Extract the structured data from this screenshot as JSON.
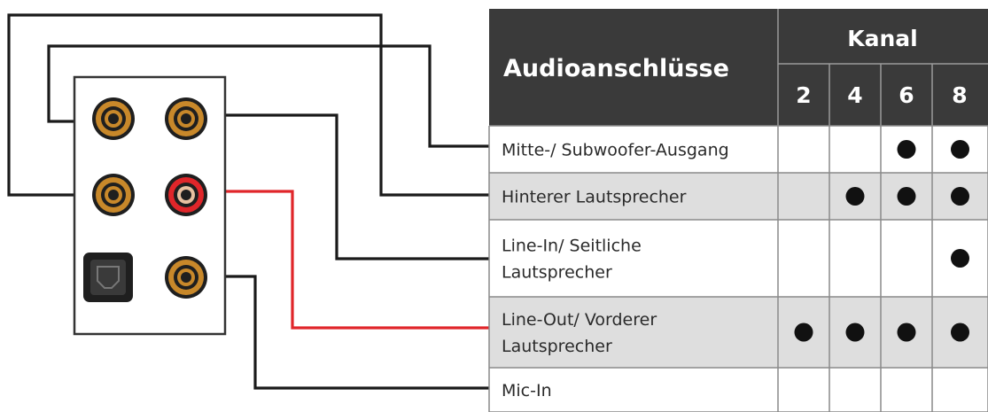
{
  "colors": {
    "header_bg": "#3a3a3a",
    "header_text": "#ffffff",
    "row_shaded": "#dedede",
    "row_plain": "#ffffff",
    "wire_black": "#1a1a1a",
    "wire_red": "#e0262a",
    "jack_gold": "#c8882a",
    "jack_red": "#e0262a",
    "panel_border": "#333333"
  },
  "table": {
    "header_title": "Audioanschlüsse",
    "channel_group_label": "Kanal",
    "channels": [
      "2",
      "4",
      "6",
      "8"
    ],
    "rows": [
      {
        "label_lines": [
          "Mitte-/ Subwoofer-Ausgang"
        ],
        "dots": [
          false,
          false,
          true,
          true
        ]
      },
      {
        "label_lines": [
          "Hinterer Lautsprecher"
        ],
        "dots": [
          false,
          true,
          true,
          true
        ]
      },
      {
        "label_lines": [
          "Line-In/ Seitliche",
          "Lautsprecher"
        ],
        "dots": [
          false,
          false,
          false,
          true
        ]
      },
      {
        "label_lines": [
          "Line-Out/ Vorderer",
          "Lautsprecher"
        ],
        "dots": [
          true,
          true,
          true,
          true
        ]
      },
      {
        "label_lines": [
          "Mic-In"
        ],
        "dots": [
          false,
          false,
          false,
          false
        ]
      }
    ]
  },
  "panel": {
    "jacks": [
      {
        "name": "center-subwoofer-jack",
        "color": "gold"
      },
      {
        "name": "rear-speaker-jack",
        "color": "gold"
      },
      {
        "name": "line-in-jack",
        "color": "gold"
      },
      {
        "name": "line-out-jack",
        "color": "red"
      },
      {
        "name": "mic-in-jack",
        "color": "gold"
      }
    ],
    "optical_port": "optical-spdif-port"
  }
}
